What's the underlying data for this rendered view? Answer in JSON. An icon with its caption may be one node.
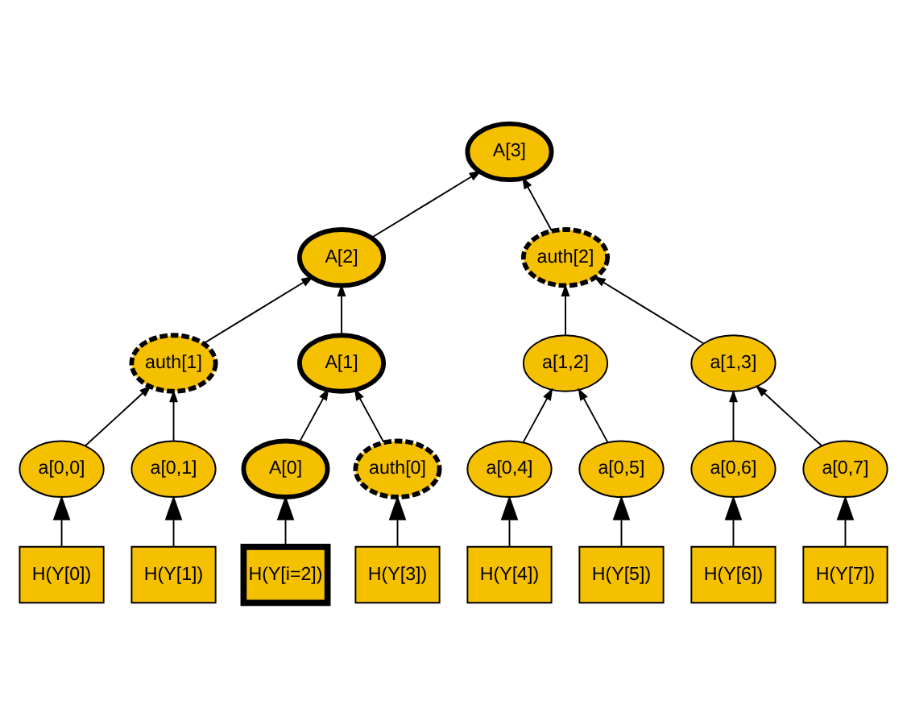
{
  "diagram": {
    "nodes": [
      {
        "text": [
          "A[3]"
        ]
      },
      {
        "text": [
          "A[2]"
        ]
      },
      {
        "text": [
          "auth[2]"
        ]
      },
      {
        "text": [
          "auth[1]"
        ]
      },
      {
        "text": [
          "A[1]"
        ]
      },
      {
        "text": [
          "a[1,2]"
        ]
      },
      {
        "text": [
          "a[1,3]"
        ]
      },
      {
        "text": [
          "a[0,0]"
        ]
      },
      {
        "text": [
          "a[0,1]"
        ]
      },
      {
        "text": [
          "A[0]"
        ]
      },
      {
        "text": [
          "auth[0]"
        ]
      },
      {
        "text": [
          "a[0,4]"
        ]
      },
      {
        "text": [
          "a[0,5]"
        ]
      },
      {
        "text": [
          "a[0,6]"
        ]
      },
      {
        "text": [
          "a[0,7]"
        ]
      },
      {
        "text": [
          "H(Y[0])"
        ]
      },
      {
        "text": [
          "H(Y[1])"
        ]
      },
      {
        "text": [
          "H(Y[i=2])"
        ]
      },
      {
        "text": [
          "H(Y[3])"
        ]
      },
      {
        "text": [
          "H(Y[4])"
        ]
      },
      {
        "text": [
          "H(Y[5])"
        ]
      },
      {
        "text": [
          "H(Y[6])"
        ]
      },
      {
        "text": [
          "H(Y[7])"
        ]
      }
    ],
    "edges": [
      {
        "from": 1,
        "to": 0,
        "arrow": "to"
      },
      {
        "from": 2,
        "to": 0,
        "arrow": "to"
      },
      {
        "from": 3,
        "to": 1,
        "arrow": "to"
      },
      {
        "from": 4,
        "to": 1,
        "arrow": "to"
      },
      {
        "from": 5,
        "to": 2,
        "arrow": "to"
      },
      {
        "from": 6,
        "to": 2,
        "arrow": "to"
      },
      {
        "from": 7,
        "to": 3,
        "arrow": "to"
      },
      {
        "from": 8,
        "to": 3,
        "arrow": "to"
      },
      {
        "from": 9,
        "to": 4,
        "arrow": "to"
      },
      {
        "from": 10,
        "to": 4,
        "arrow": "to"
      },
      {
        "from": 11,
        "to": 5,
        "arrow": "to"
      },
      {
        "from": 12,
        "to": 5,
        "arrow": "to"
      },
      {
        "from": 13,
        "to": 6,
        "arrow": "to"
      },
      {
        "from": 14,
        "to": 6,
        "arrow": "to"
      },
      {
        "from": 15,
        "to": 7,
        "arrow": "to"
      },
      {
        "from": 16,
        "to": 8,
        "arrow": "to"
      },
      {
        "from": 17,
        "to": 9,
        "arrow": "to"
      },
      {
        "from": 18,
        "to": 10,
        "arrow": "to"
      },
      {
        "from": 19,
        "to": 11,
        "arrow": "to"
      },
      {
        "from": 20,
        "to": 12,
        "arrow": "to"
      },
      {
        "from": 21,
        "to": 13,
        "arrow": "to"
      },
      {
        "from": 22,
        "to": 14,
        "arrow": "to"
      }
    ]
  }
}
